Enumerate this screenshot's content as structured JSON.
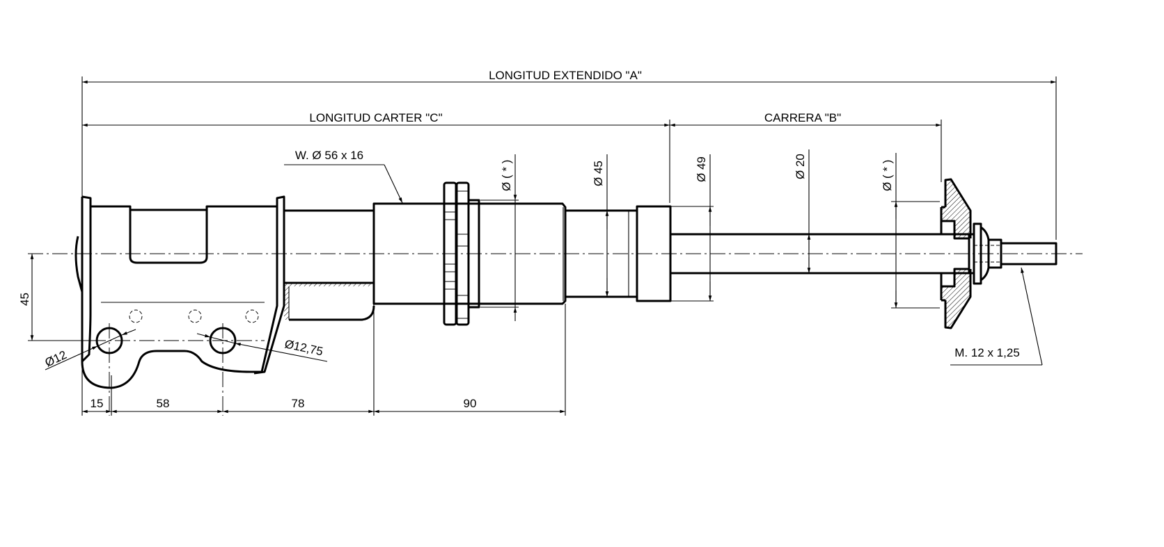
{
  "drawing": {
    "dimensions": {
      "overall_length": "LONGITUD EXTENDIDO \"A\"",
      "housing_length": "LONGITUD CARTER \"C\"",
      "stroke": "CARRERA \"B\"",
      "thread_spec": "W. Ø 56 x 16",
      "dia_nut": "Ø ( * )",
      "dia_body": "Ø 45",
      "dia_cap": "Ø 49",
      "dia_rod": "Ø 20",
      "dia_mount": "Ø ( * )",
      "stud_thread": "M. 12 x 1,25",
      "hole_offset": "45",
      "hole_dia_1": "Ø12",
      "hole_dia_2": "Ø12,75",
      "bottom": [
        "15",
        "58",
        "78",
        "90"
      ]
    },
    "line_color": "#000000"
  }
}
